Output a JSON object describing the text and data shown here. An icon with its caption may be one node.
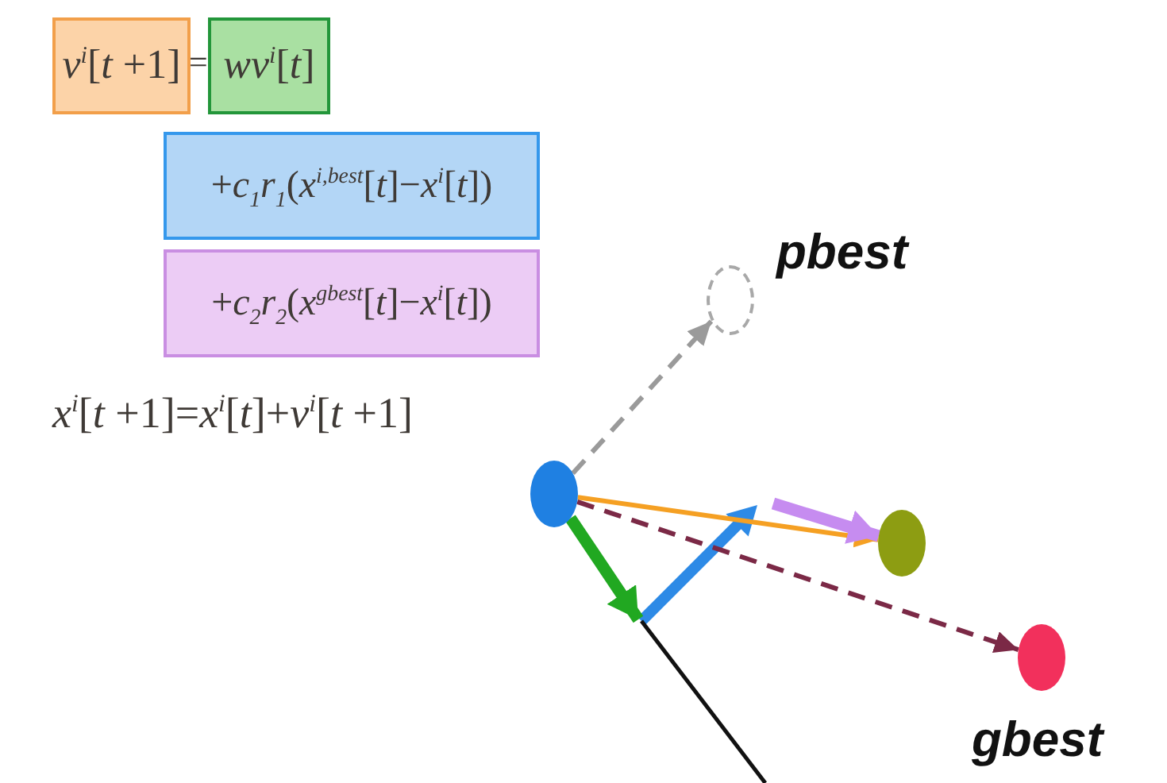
{
  "diagram": {
    "nodes": [
      {
        "text": [
          "*v*$^{i}$[*t* +1]"
        ]
      },
      {
        "text": [
          "*wv*$^{i}$[*t*]"
        ]
      },
      {
        "text": [
          "+*c*$_{1}$*r*$_{1}$(*x*$^{i,best}$[*t*]−*x*$^{i}$[*t*])"
        ]
      },
      {
        "text": [
          "+*c*$_{2}$*r*$_{2}$(*x*$^{gbest}$[*t*]−*x*$^{i}$[*t*])"
        ]
      },
      {
        "text": [],
        "shape": "circle",
        "beside": [
          "pbest"
        ]
      },
      {
        "text": [],
        "shape": "circle"
      },
      {
        "text": [],
        "shape": "circle"
      },
      {
        "text": [],
        "shape": "circle",
        "beside": [
          "gbest"
        ]
      }
    ],
    "edges": [
      {
        "from": 5,
        "to": 4,
        "arrow": "to",
        "style": "dashed",
        "color": "#9a9a9a"
      },
      {
        "from": 5,
        "to": 6,
        "arrow": "to",
        "color": "#f5a023"
      },
      {
        "from": 5,
        "to": 7,
        "arrow": "to",
        "style": "dashed",
        "color": "#7b2946"
      },
      {
        "from": 5,
        "to": null,
        "arrow": "to",
        "style": "thick",
        "color": "#21a821"
      },
      {
        "from": null,
        "to": 6,
        "arrow": "to",
        "style": "thick",
        "color": "#c68cf0"
      }
    ],
    "labels": [
      "=",
      "*x*$^{i}$[*t* +1]=*x*$^{i}$[*t*]+*v*$^{i}$[*t* +1]"
    ]
  }
}
